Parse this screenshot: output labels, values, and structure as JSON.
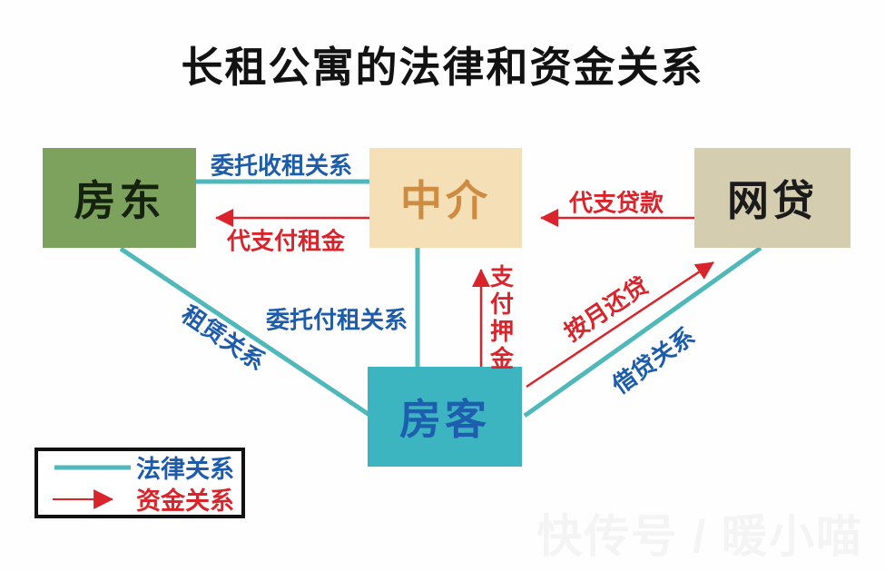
{
  "title": "长租公寓的法律和资金关系",
  "nodes": {
    "landlord": {
      "label": "房东"
    },
    "agency": {
      "label": "中介"
    },
    "online_loan": {
      "label": "网贷"
    },
    "tenant": {
      "label": "房客"
    }
  },
  "edges": {
    "entrust_collect_rent": {
      "label": "委托收租关系",
      "type": "legal",
      "from": "landlord",
      "to": "agency"
    },
    "pay_rent_on_behalf": {
      "label": "代支付租金",
      "type": "fund",
      "from": "agency",
      "to": "landlord"
    },
    "loan_paid_on_behalf": {
      "label": "代支贷款",
      "type": "fund",
      "from": "online_loan",
      "to": "agency"
    },
    "entrust_pay_rent": {
      "label": "委托付租关系",
      "type": "legal",
      "from": "agency",
      "to": "tenant"
    },
    "pay_deposit": {
      "label": "支付押金",
      "type": "fund",
      "from": "tenant",
      "to": "agency"
    },
    "lease_relation": {
      "label": "租赁关系",
      "type": "legal",
      "from": "landlord",
      "to": "tenant"
    },
    "monthly_repayment": {
      "label": "按月还贷",
      "type": "fund",
      "from": "tenant",
      "to": "online_loan"
    },
    "loan_relation": {
      "label": "借贷关系",
      "type": "legal",
      "from": "tenant",
      "to": "online_loan"
    }
  },
  "legend": {
    "legal": {
      "label": "法律关系"
    },
    "fund": {
      "label": "资金关系"
    }
  },
  "watermark": "快传号 / 暖小喵",
  "colors": {
    "legal_line": "#4fb8ba",
    "fund_line": "#d8242a",
    "legal_label_text": "#1d5cab",
    "fund_label_text": "#d8242a",
    "landlord_bg": "#7da25e",
    "agency_bg": "#f5dfb6",
    "agency_text": "#cd8c42",
    "online_loan_bg": "#d4cdb0",
    "tenant_bg": "#3db5c1",
    "tenant_text": "#1d5fae",
    "title_text": "#121212"
  }
}
